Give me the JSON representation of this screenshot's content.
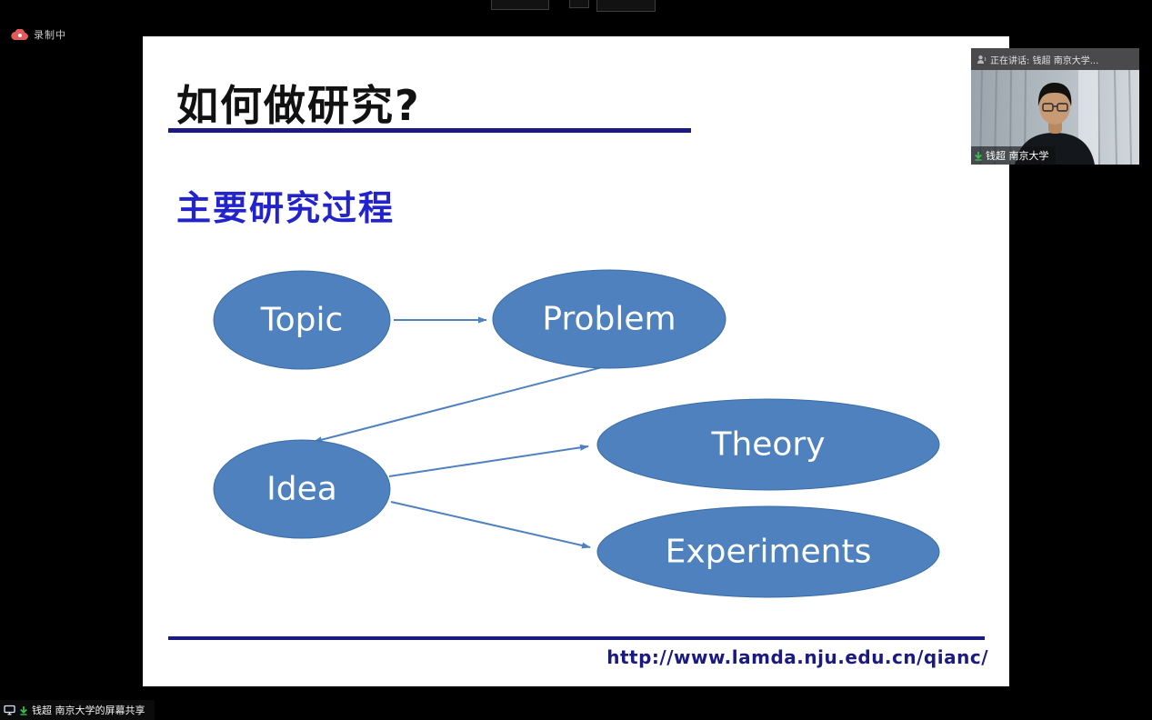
{
  "meeting": {
    "recording_label": "录制中",
    "speaker_banner": "正在讲话: 钱超 南京大学...",
    "participant_name": "钱超 南京大学",
    "screen_share_label": "钱超 南京大学的屏幕共享"
  },
  "slide": {
    "title": "如何做研究?",
    "subtitle": "主要研究过程",
    "url": "http://www.lamda.nju.edu.cn/qianc/",
    "nodes": {
      "topic": "Topic",
      "problem": "Problem",
      "idea": "Idea",
      "theory": "Theory",
      "experiments": "Experiments"
    },
    "colors": {
      "node_fill": "#4E81BD",
      "node_stroke": "#3A6EA5",
      "node_text": "#FFFFFF",
      "arrow": "#4E81BD",
      "accent_blue": "#2323CB",
      "navy": "#1A1A80"
    }
  },
  "icons": {
    "recording": "cloud-recording-icon",
    "banner_speaker": "speaker-person-icon",
    "participant_audio": "green-arrow-down-icon",
    "share_monitor": "monitor-icon",
    "share_audio": "green-arrow-down-icon"
  }
}
